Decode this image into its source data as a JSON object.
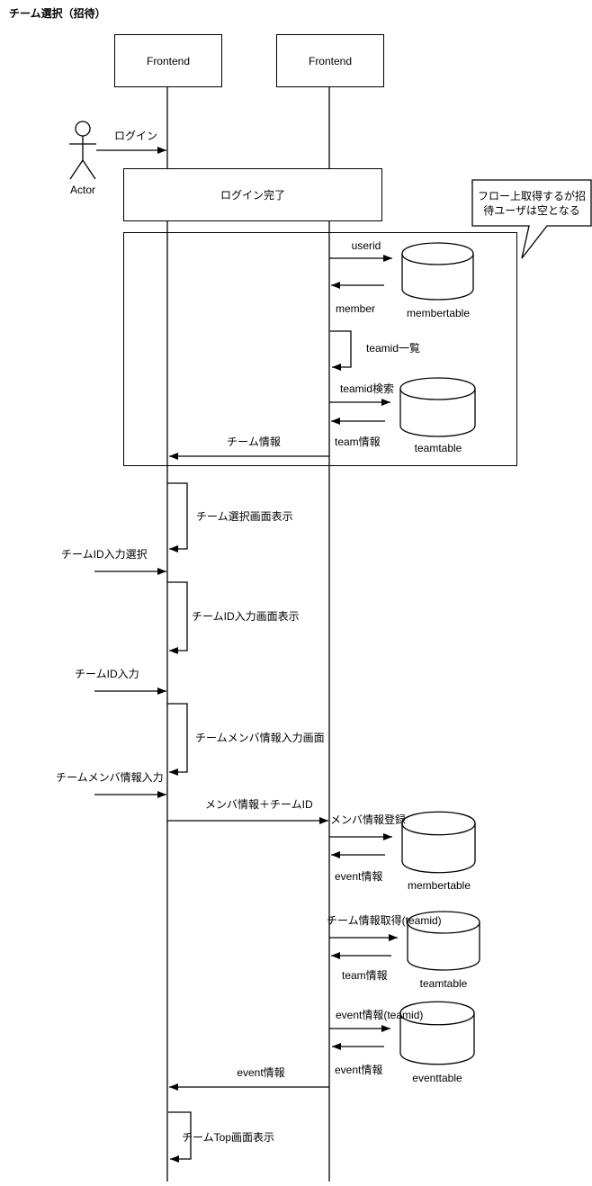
{
  "title": "チーム選択（招待）",
  "actor": {
    "label": "Actor"
  },
  "participants": [
    {
      "label": "Frontend"
    },
    {
      "label": "Frontend"
    }
  ],
  "blocks": {
    "login_complete": "ログイン完了"
  },
  "note": {
    "text": "フロー上取得するが招待ユーザは空となる"
  },
  "messages": {
    "login": "ログイン",
    "userid": "userid",
    "member": "member",
    "teamid_list": "teamid一覧",
    "teamid_search": "teamid検索",
    "team_info_db": "team情報",
    "team_info": "チーム情報",
    "show_team_select": "チーム選択画面表示",
    "select_team_id_input": "チームID入力選択",
    "show_team_id_input": "チームID入力画面表示",
    "team_id_input": "チームID入力",
    "show_member_info_input": "チームメンバ情報入力画面",
    "member_info_input": "チームメンバ情報入力",
    "member_info_plus_team_id": "メンバ情報＋チームID",
    "member_info_register": "メンバ情報登録",
    "event_info_db1": "event情報",
    "team_info_get_teamid": "チーム情報取得(teamid)",
    "team_info_db2": "team情報",
    "event_info_teamid": "event情報(teamid)",
    "event_info_db2": "event情報",
    "event_info_return": "event情報",
    "show_team_top": "チームTop画面表示"
  },
  "databases": [
    {
      "label": "membertable"
    },
    {
      "label": "teamtable"
    },
    {
      "label": "membertable"
    },
    {
      "label": "teamtable"
    },
    {
      "label": "eventtable"
    }
  ]
}
